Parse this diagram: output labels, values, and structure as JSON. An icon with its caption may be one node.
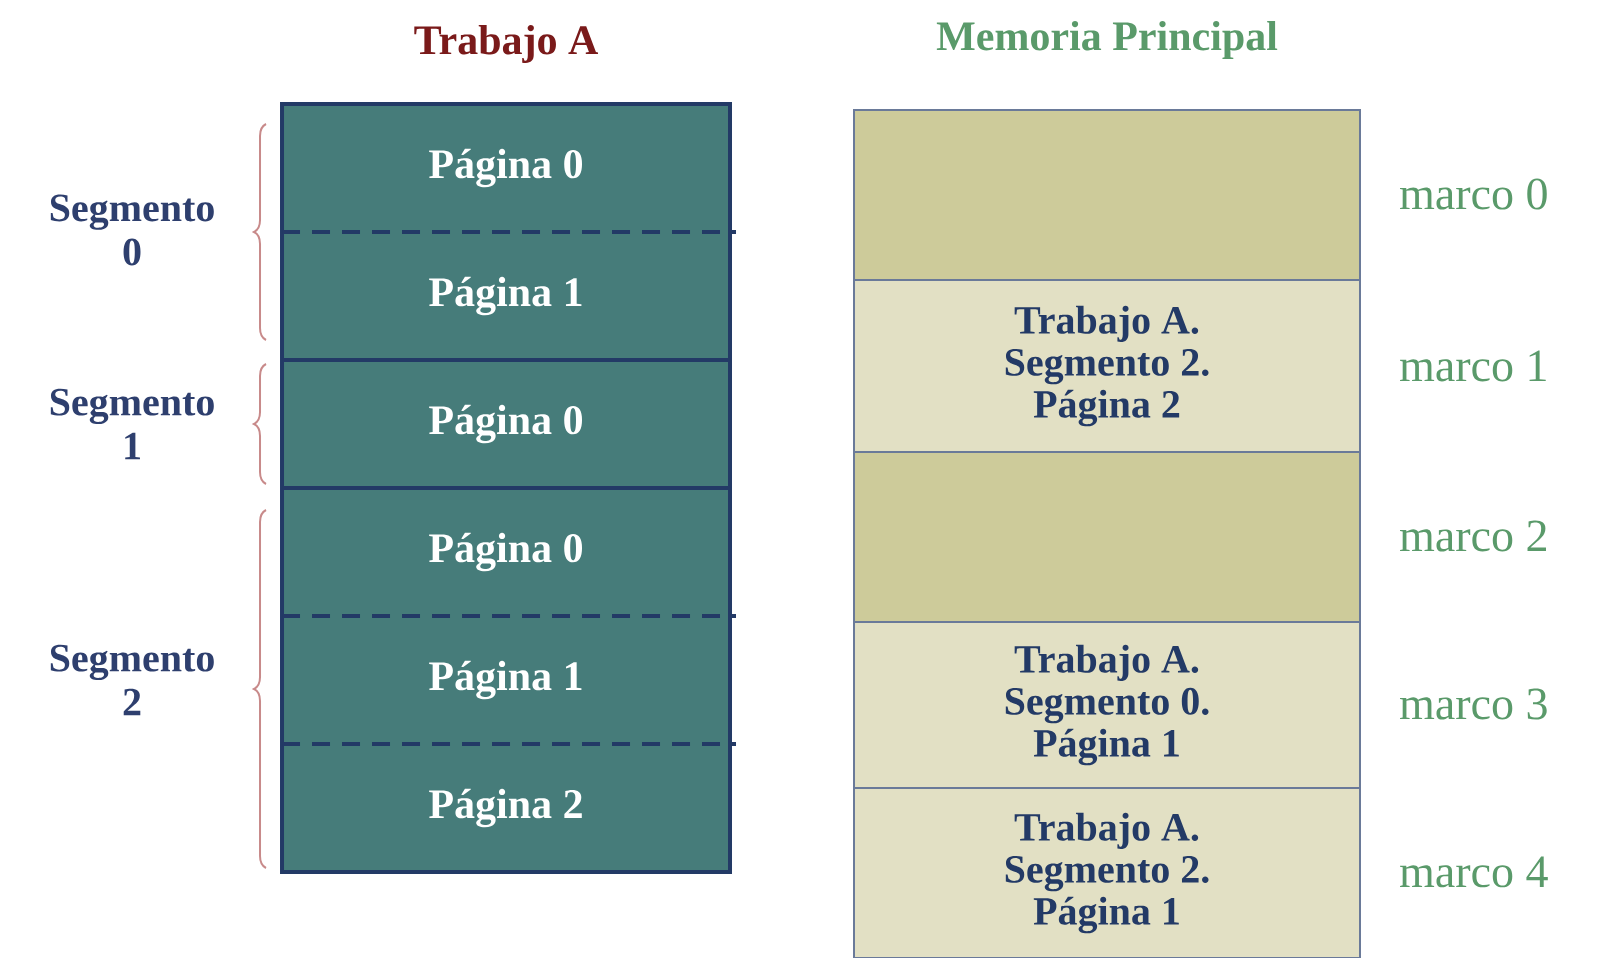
{
  "diagram": {
    "nodes": [
      {
        "text": [
          "Trabajo A"
        ]
      },
      {
        "text": [
          "Página 0"
        ],
        "in": 0
      },
      {
        "text": [
          "Página 1"
        ],
        "in": 0
      },
      {
        "text": [
          "Página 0"
        ],
        "in": 0
      },
      {
        "text": [
          "Página 0"
        ],
        "in": 0
      },
      {
        "text": [
          "Página 1"
        ],
        "in": 0
      },
      {
        "text": [
          "Página 2"
        ],
        "in": 0
      },
      {
        "text": [
          "Memoria Principal"
        ]
      },
      {
        "text": [],
        "shape": "box",
        "in": 7
      },
      {
        "text": [
          "Trabajo A. Segmento 2. Página 2"
        ],
        "in": 7
      },
      {
        "text": [],
        "shape": "box",
        "in": 7
      },
      {
        "text": [
          "Trabajo A. Segmento 0. Página 1"
        ],
        "in": 7
      },
      {
        "text": [
          "Trabajo A. Segmento 2. Página 1"
        ],
        "in": 7
      }
    ],
    "labels": [
      "Segmento 0",
      "Segmento 1",
      "Segmento 2",
      "marco 0",
      "marco 1",
      "marco 2",
      "marco 3",
      "marco 4"
    ]
  }
}
